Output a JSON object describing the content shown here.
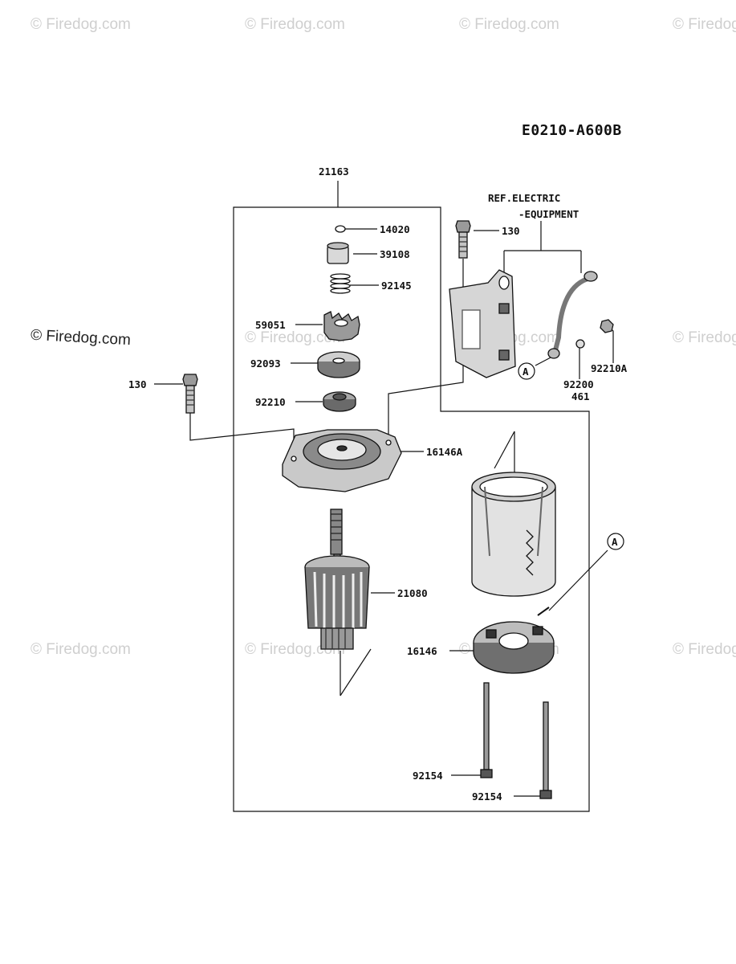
{
  "watermarks": {
    "text": "© Firedog.com"
  },
  "diagram_code": "E0210-A600B",
  "ref_note": {
    "line1": "REF.ELECTRIC",
    "line2": "-EQUIPMENT"
  },
  "callout_letter": "A",
  "parts": {
    "assembly": "21163",
    "p14020": "14020",
    "p39108": "39108",
    "p92145": "92145",
    "p59051": "59051",
    "p92093": "92093",
    "p92210": "92210",
    "p16146A": "16146A",
    "p21080": "21080",
    "p16146": "16146",
    "p92154a": "92154",
    "p92154b": "92154",
    "p130a": "130",
    "p130b": "130",
    "p92210A": "92210A",
    "p92200": "92200",
    "p461": "461"
  }
}
